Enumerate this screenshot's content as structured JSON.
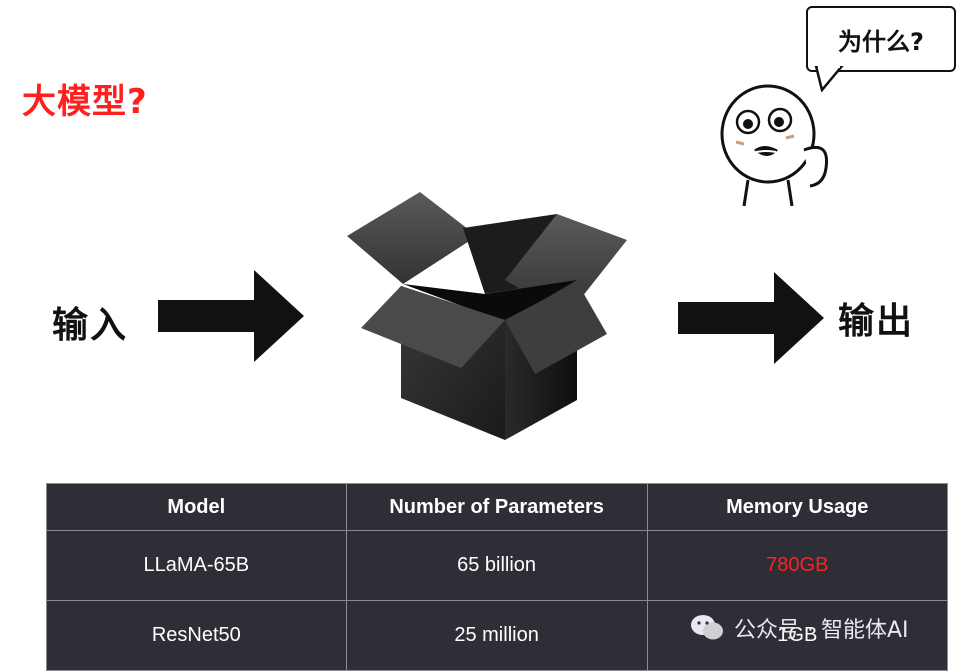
{
  "title": "大模型?",
  "input_label": "输入",
  "output_label": "输出",
  "bubble_text": "为什么?",
  "table": {
    "headers": [
      "Model",
      "Number of Parameters",
      "Memory Usage"
    ],
    "rows": [
      [
        "LLaMA-65B",
        "65 billion",
        "780GB"
      ],
      [
        "ResNet50",
        "25 million",
        "1GB"
      ]
    ]
  },
  "watermark": "公众号 · 智能体AI",
  "colors": {
    "title": "#ff1f1f",
    "highlight": "#ff2020",
    "table_bg": "#2e2e36"
  }
}
